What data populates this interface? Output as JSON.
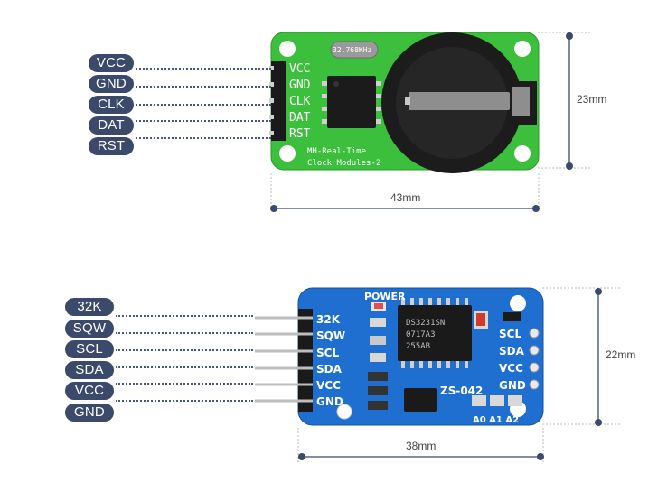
{
  "top_module": {
    "pins": [
      "VCC",
      "GND",
      "CLK",
      "DAT",
      "RST"
    ],
    "silkscreen": {
      "pin_labels": [
        "VCC",
        "GND",
        "CLK",
        "DAT",
        "RST"
      ],
      "crystal_text": "32.768KHz",
      "title_line1": "MH-Real-Time",
      "title_line2": "Clock Modules-2"
    },
    "height_label": "23mm",
    "width_label": "43mm"
  },
  "bottom_module": {
    "pins": [
      "32K",
      "SQW",
      "SCL",
      "SDA",
      "VCC",
      "GND"
    ],
    "silkscreen": {
      "left_labels": [
        "32K",
        "SQW",
        "SCL",
        "SDA",
        "VCC",
        "GND"
      ],
      "right_labels": [
        "SCL",
        "SDA",
        "VCC",
        "GND"
      ],
      "power": "POWER",
      "chip_text": [
        "DS3231SN",
        "0717A3",
        "255AB"
      ],
      "model": "ZS-042",
      "address_pins": "A0 A1 A2"
    },
    "height_label": "22mm",
    "width_label": "38mm"
  },
  "colors": {
    "pill": "#3b4a6b",
    "green_pcb": "#3cbf3c",
    "blue_pcb": "#1f6fd1"
  }
}
